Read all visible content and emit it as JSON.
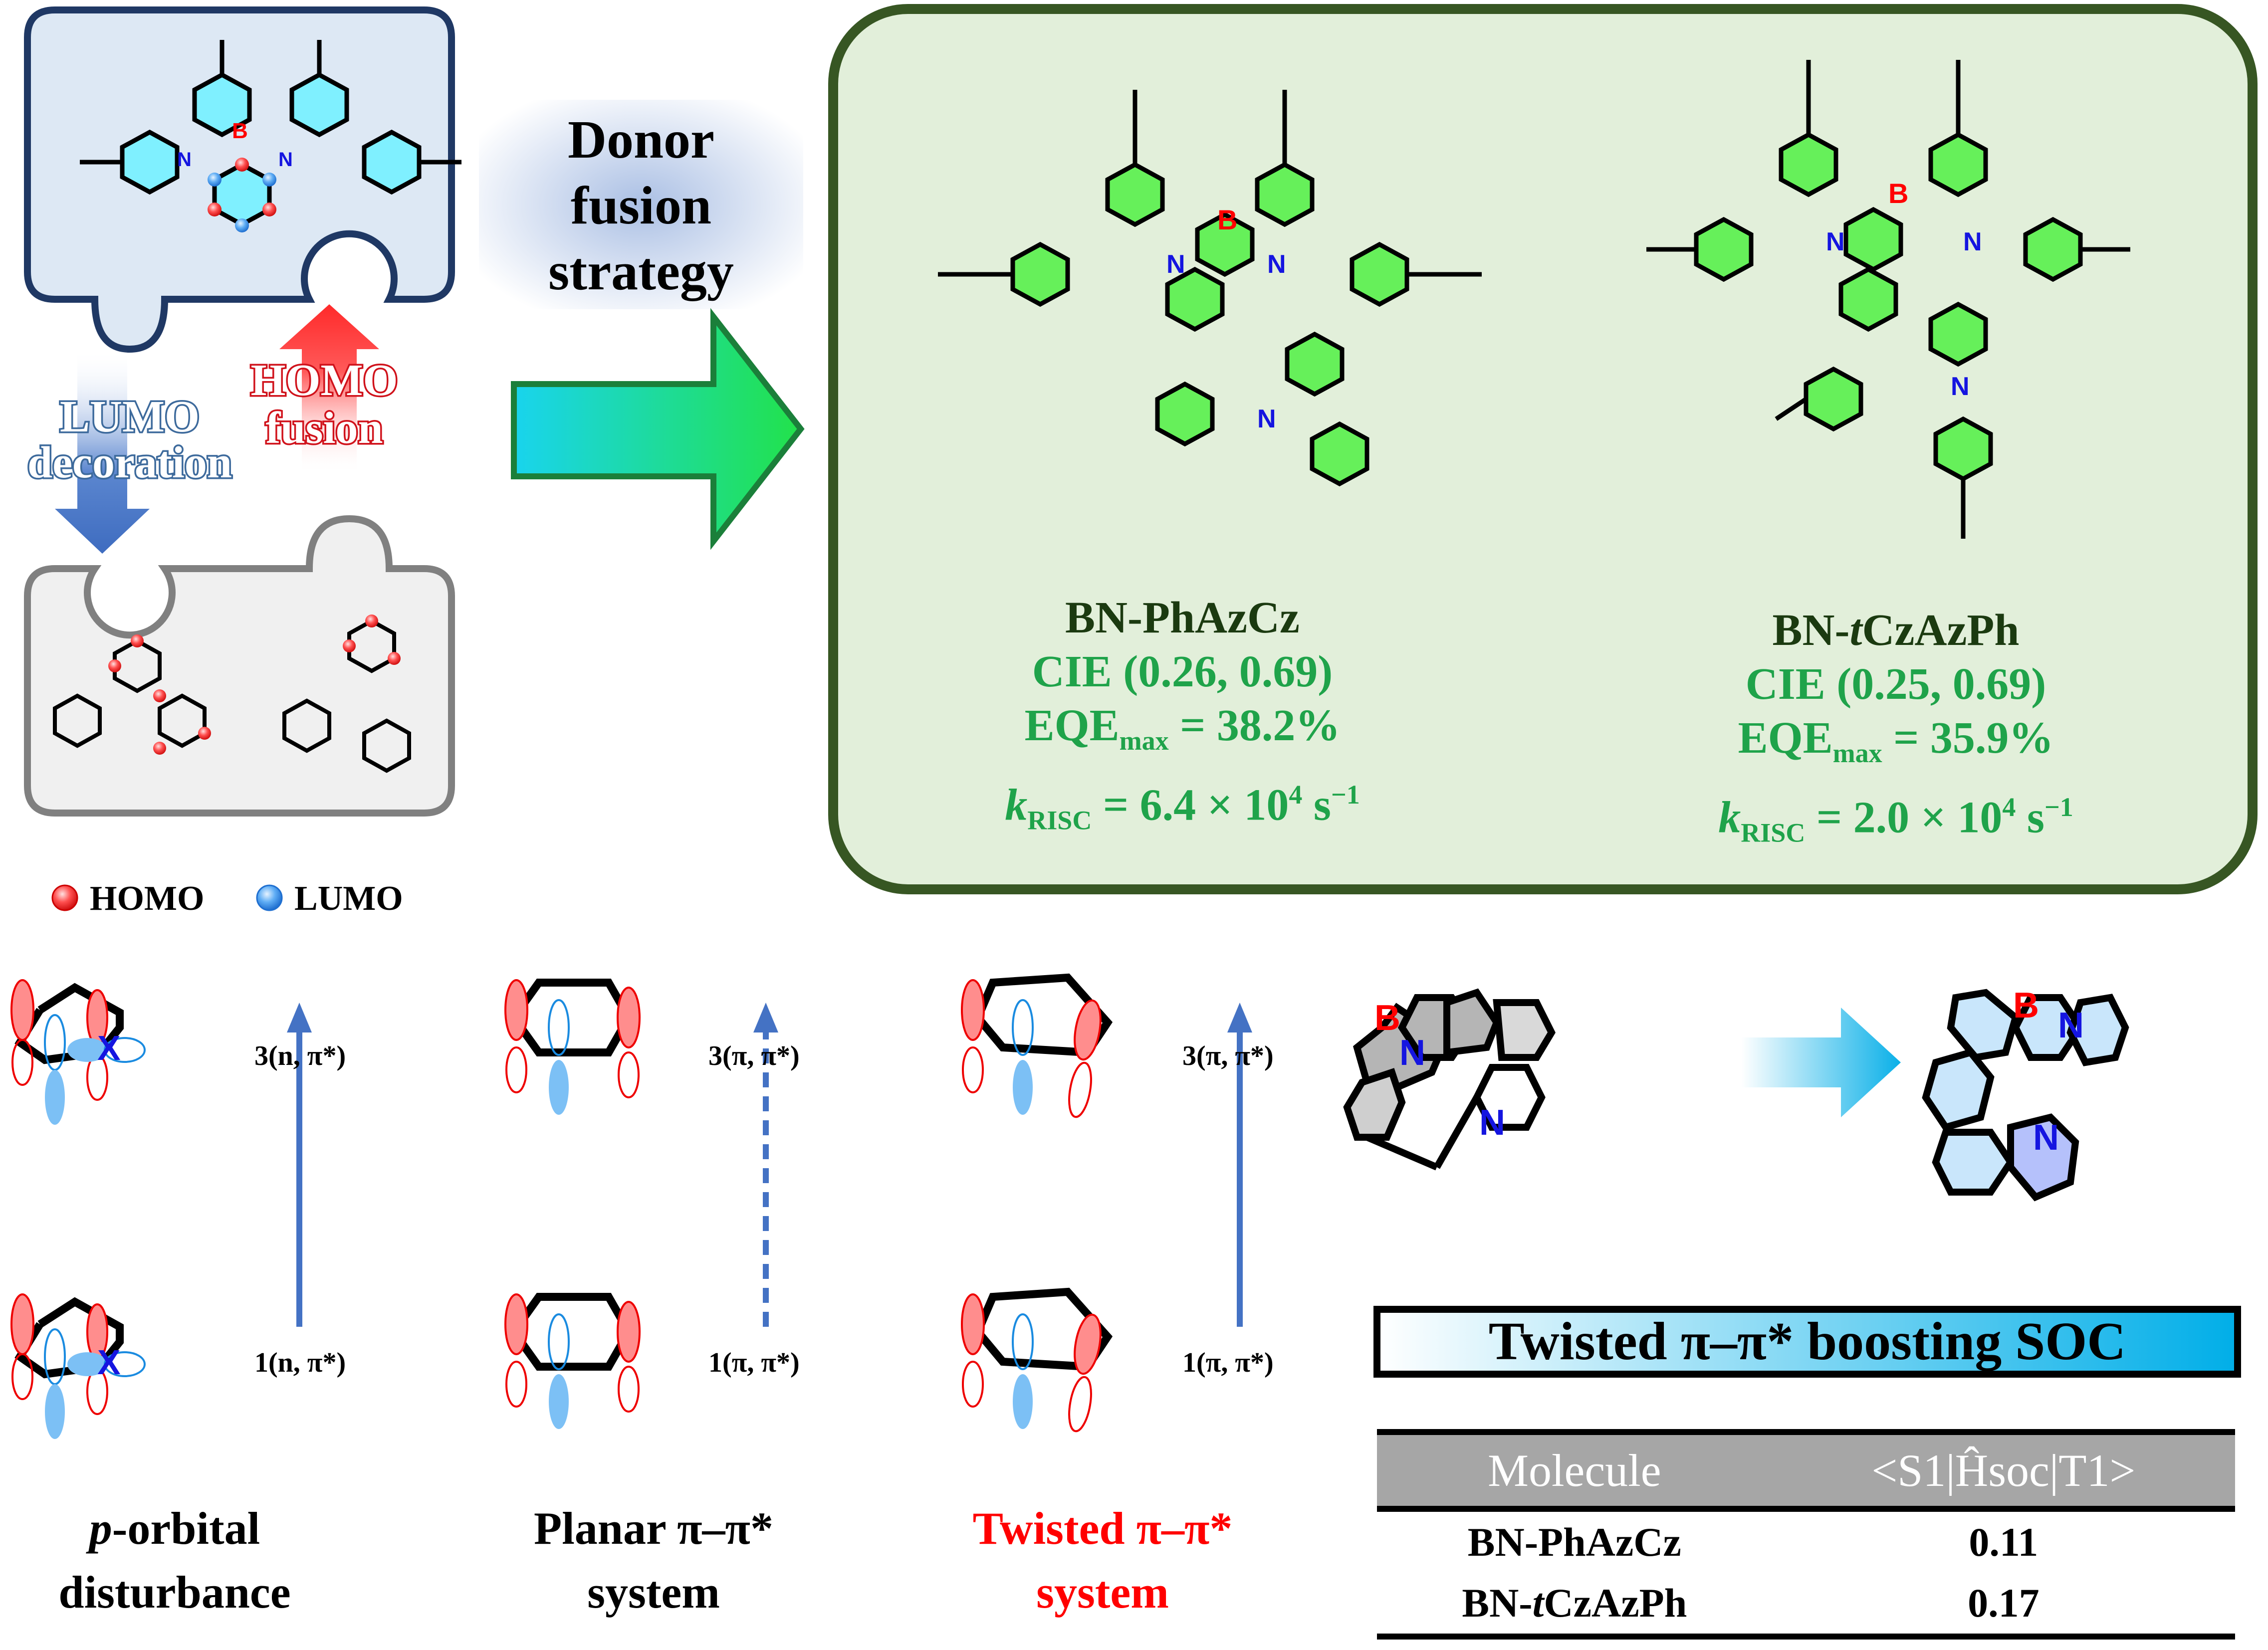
{
  "top_left": {
    "atom_labels": {
      "boron": "B",
      "nitrogen": "N"
    },
    "lumo_decoration_label": [
      "LUMO",
      "decoration"
    ],
    "homo_fusion_label": [
      "HOMO",
      "fusion"
    ],
    "legend": [
      {
        "label": "HOMO",
        "color": "#ff3b3b"
      },
      {
        "label": "LUMO",
        "color": "#3d9cf0"
      }
    ]
  },
  "strategy_label": [
    "Donor",
    "fusion",
    "strategy"
  ],
  "molecules": [
    {
      "name": "BN-PhAzCz",
      "cie": "CIE (0.26, 0.69)",
      "eqe_prefix": "EQE",
      "eqe_sub": "max",
      "eqe_value": " = 38.2%",
      "krisc_prefix": "k",
      "krisc_sub": "RISC",
      "krisc_value": " = 6.4 × 10",
      "krisc_exp": "4",
      "krisc_unit": " s",
      "krisc_unit_exp": "−1"
    },
    {
      "name_prefix": "BN-",
      "name_italic": "t",
      "name_suffix": "CzAzPh",
      "cie": "CIE (0.25, 0.69)",
      "eqe_prefix": "EQE",
      "eqe_sub": "max",
      "eqe_value": " = 35.9%",
      "krisc_prefix": "k",
      "krisc_sub": "RISC",
      "krisc_value": " = 2.0 × 10",
      "krisc_exp": "4",
      "krisc_unit": " s",
      "krisc_unit_exp": "−1"
    }
  ],
  "orbital_panels": [
    {
      "upper_state": "3(n, π*)",
      "lower_state": "1(n, π*)",
      "caption": [
        "p-orbital",
        "disturbance"
      ],
      "caption_color": "#000000",
      "arrow": "solid"
    },
    {
      "upper_state": "3(π, π*)",
      "lower_state": "1(π, π*)",
      "caption": [
        "Planar π–π*",
        "system"
      ],
      "caption_color": "#000000",
      "arrow": "dashed"
    },
    {
      "upper_state": "3(π, π*)",
      "lower_state": "1(π, π*)",
      "caption": [
        "Twisted π–π*",
        "system"
      ],
      "caption_color": "#ff0000",
      "arrow": "solid"
    }
  ],
  "soc_banner": "Twisted π–π* boosting SOC",
  "soc_table": {
    "headers": [
      "Molecule",
      "<S1|Ĥsoc|T1>"
    ],
    "rows": [
      {
        "molecule_prefix": "BN-PhAzCz",
        "molecule_italic": "",
        "molecule_suffix": "",
        "value": "0.11"
      },
      {
        "molecule_prefix": "BN-",
        "molecule_italic": "t",
        "molecule_suffix": "CzAzPh",
        "value": "0.17"
      }
    ]
  },
  "colors": {
    "panel_green_bg": "#e2efda",
    "panel_green_border": "#375623",
    "puzzle_blue_bg": "#dde8f4",
    "puzzle_blue_border": "#1f3864",
    "puzzle_gray_bg": "#f0f0f0",
    "puzzle_gray_border": "#808080",
    "arrow_blue": "#4472c4",
    "text_green": "#1fa34a",
    "twisted_red": "#ff0000"
  }
}
